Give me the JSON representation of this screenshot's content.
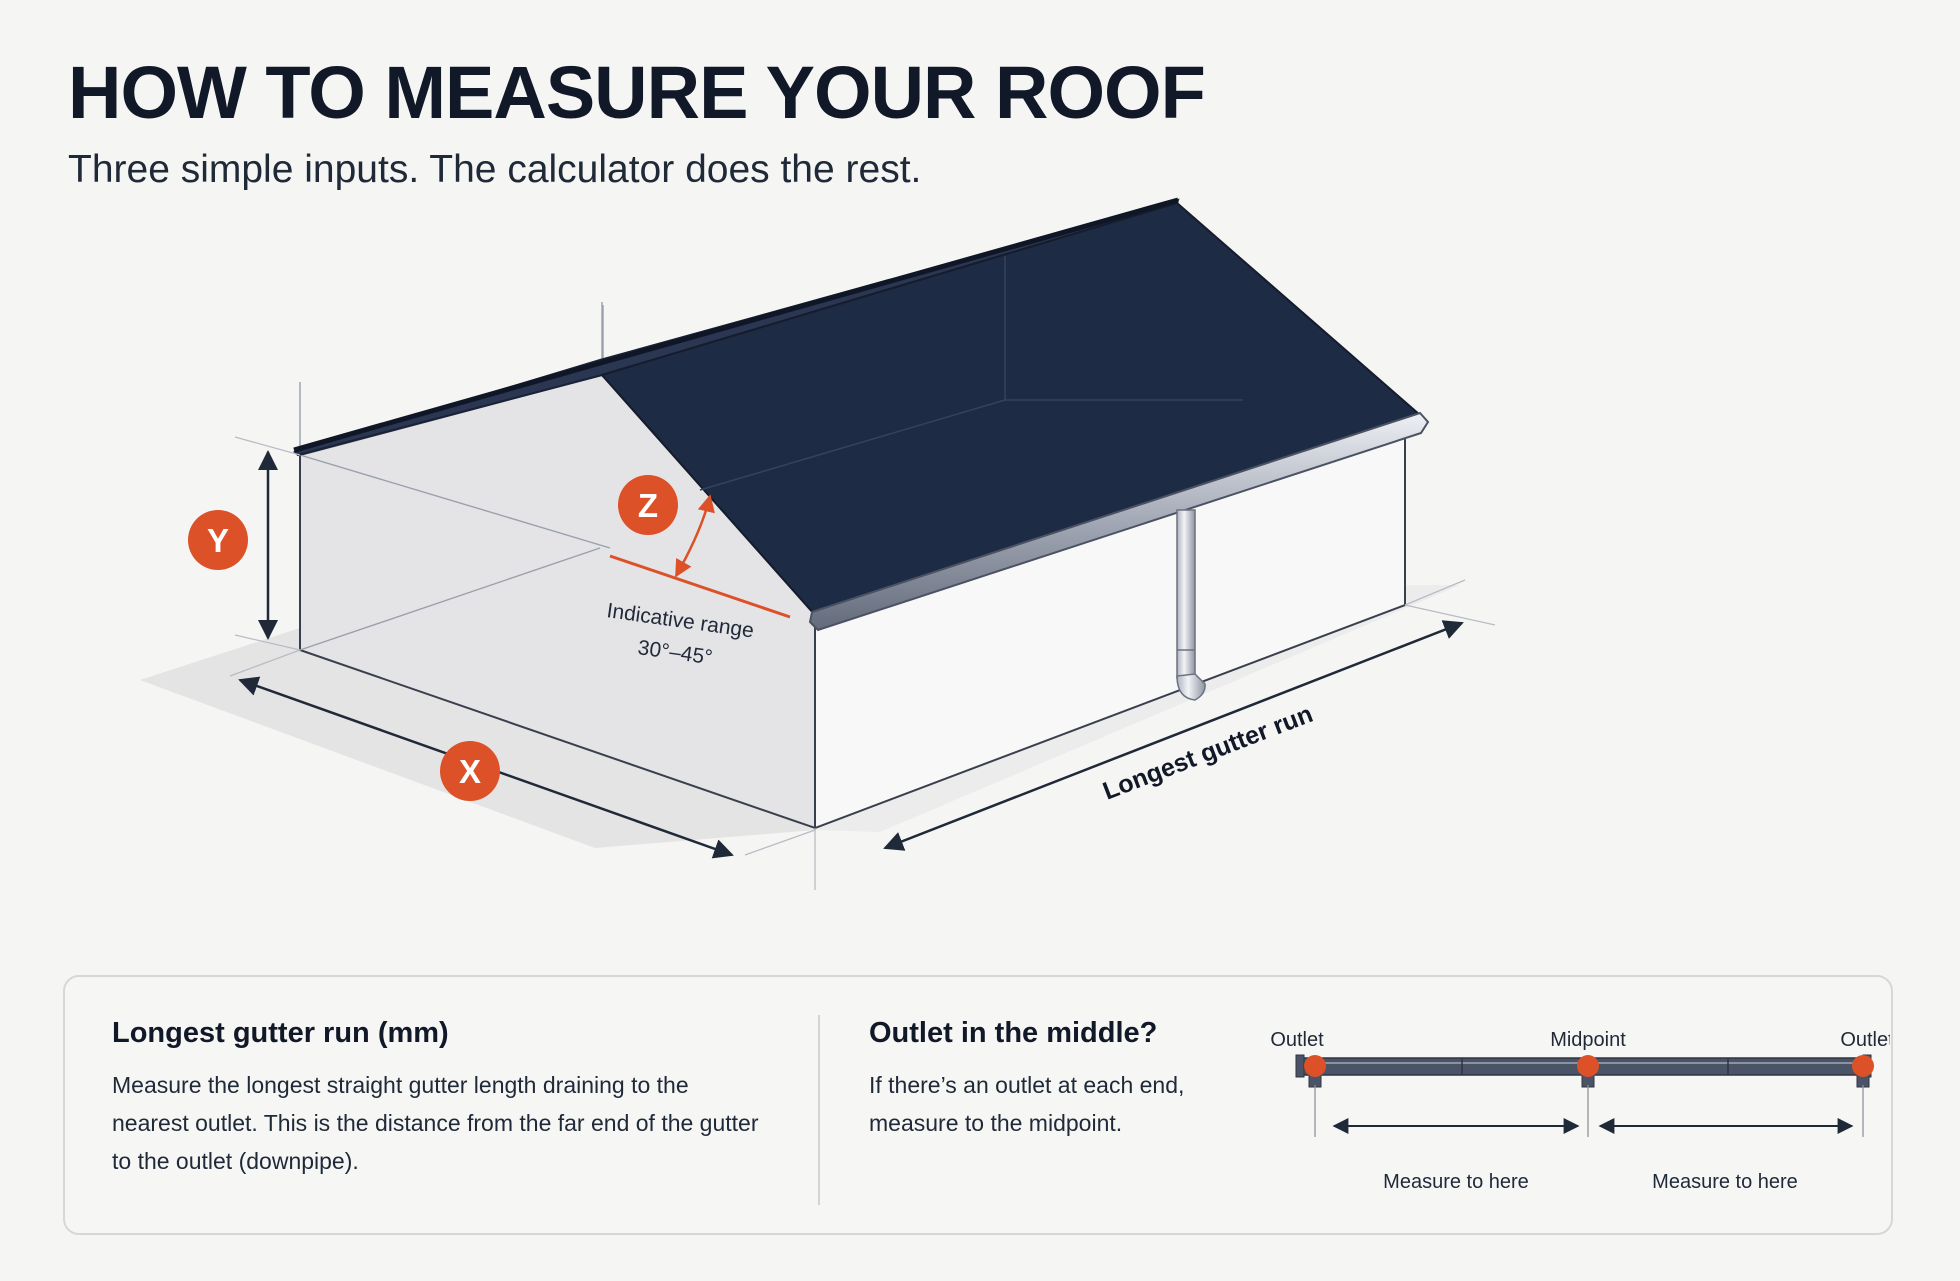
{
  "header": {
    "title": "HOW TO MEASURE YOUR ROOF",
    "subtitle": "Three simple inputs. The calculator does the rest."
  },
  "roof_diagram": {
    "label_y": "Y",
    "label_z": "Z",
    "label_x": "X",
    "angle_range_label": "Indicative range",
    "angle_range_value": "30°–45°",
    "gutter_run_label": "Longest gutter run"
  },
  "info_card": {
    "gutter_run": {
      "title": "Longest gutter run (mm)",
      "description": "Measure the longest straight gutter length draining to the nearest outlet. This is the distance from the far end of the gutter to the outlet (downpipe)."
    },
    "outlet_middle": {
      "title": "Outlet in the middle?",
      "description": "If there’s an outlet at each end, measure to the midpoint.",
      "left_outlet_label": "Outlet",
      "midpoint_label": "Midpoint",
      "right_outlet_label": "Outlet",
      "left_measure_label": "Measure to here",
      "right_measure_label": "Measure to here"
    }
  },
  "colors": {
    "roof": "#1e2b45",
    "accent": "#dc5128",
    "wall": "#e5e5e8",
    "text": "#111827"
  }
}
